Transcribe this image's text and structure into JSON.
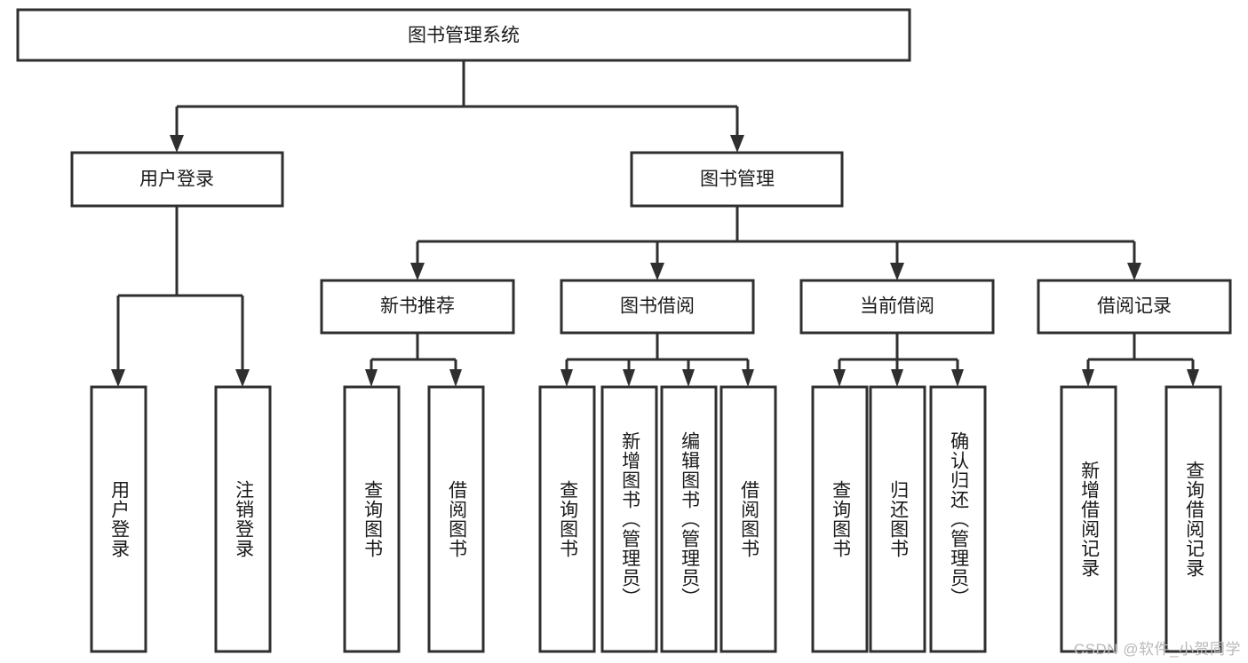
{
  "diagram": {
    "title": "图书管理系统",
    "type": "tree-hierarchy-chart",
    "watermark": "CSDN @软件_小贺同学",
    "colors": {
      "box_stroke": "#2f2f2f",
      "box_fill": "#ffffff",
      "text": "#1a1a1a",
      "background": "#ffffff",
      "watermark": "#b9b9b9"
    },
    "root": {
      "label": "图书管理系统"
    },
    "level2": [
      {
        "label": "用户登录"
      },
      {
        "label": "图书管理"
      }
    ],
    "level3": [
      {
        "label": "新书推荐"
      },
      {
        "label": "图书借阅"
      },
      {
        "label": "当前借阅"
      },
      {
        "label": "借阅记录"
      }
    ],
    "leaves": {
      "user_login": [
        {
          "label": "用户登录"
        },
        {
          "label": "注销登录"
        }
      ],
      "new_book_recommend": [
        {
          "label": "查询图书"
        },
        {
          "label": "借阅图书"
        }
      ],
      "book_borrow": [
        {
          "label": "查询图书"
        },
        {
          "label": "新增图书（管理员）"
        },
        {
          "label": "编辑图书（管理员）"
        },
        {
          "label": "借阅图书"
        }
      ],
      "current_borrow": [
        {
          "label": "查询图书"
        },
        {
          "label": "归还图书"
        },
        {
          "label": "确认归还（管理员）"
        }
      ],
      "borrow_record": [
        {
          "label": "新增借阅记录"
        },
        {
          "label": "查询借阅记录"
        }
      ]
    }
  }
}
